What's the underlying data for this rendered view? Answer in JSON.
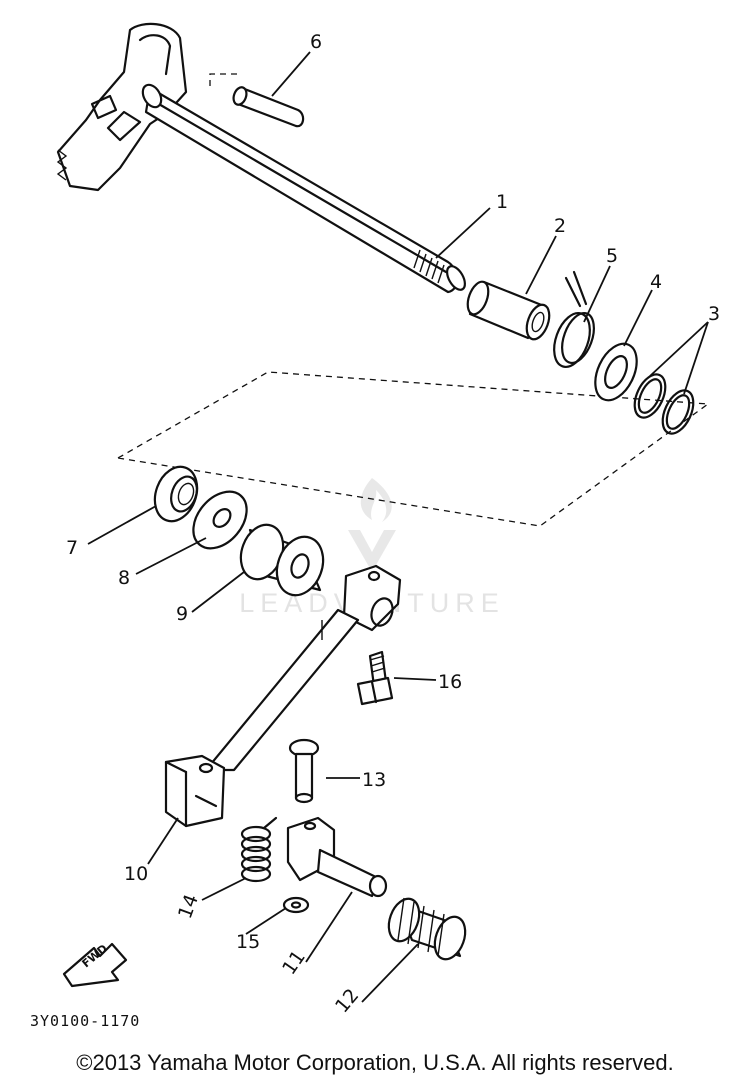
{
  "diagram": {
    "callouts": [
      "1",
      "2",
      "3",
      "4",
      "5",
      "6",
      "7",
      "8",
      "9",
      "10",
      "11",
      "12",
      "13",
      "14",
      "15",
      "16"
    ],
    "part_code": "3Y0100-1170",
    "fwd_label": "FWD"
  },
  "footer": {
    "copyright": "©2013 Yamaha Motor Corporation, U.S.A. All rights reserved."
  },
  "watermark": {
    "text": "LEADVENTURE"
  }
}
